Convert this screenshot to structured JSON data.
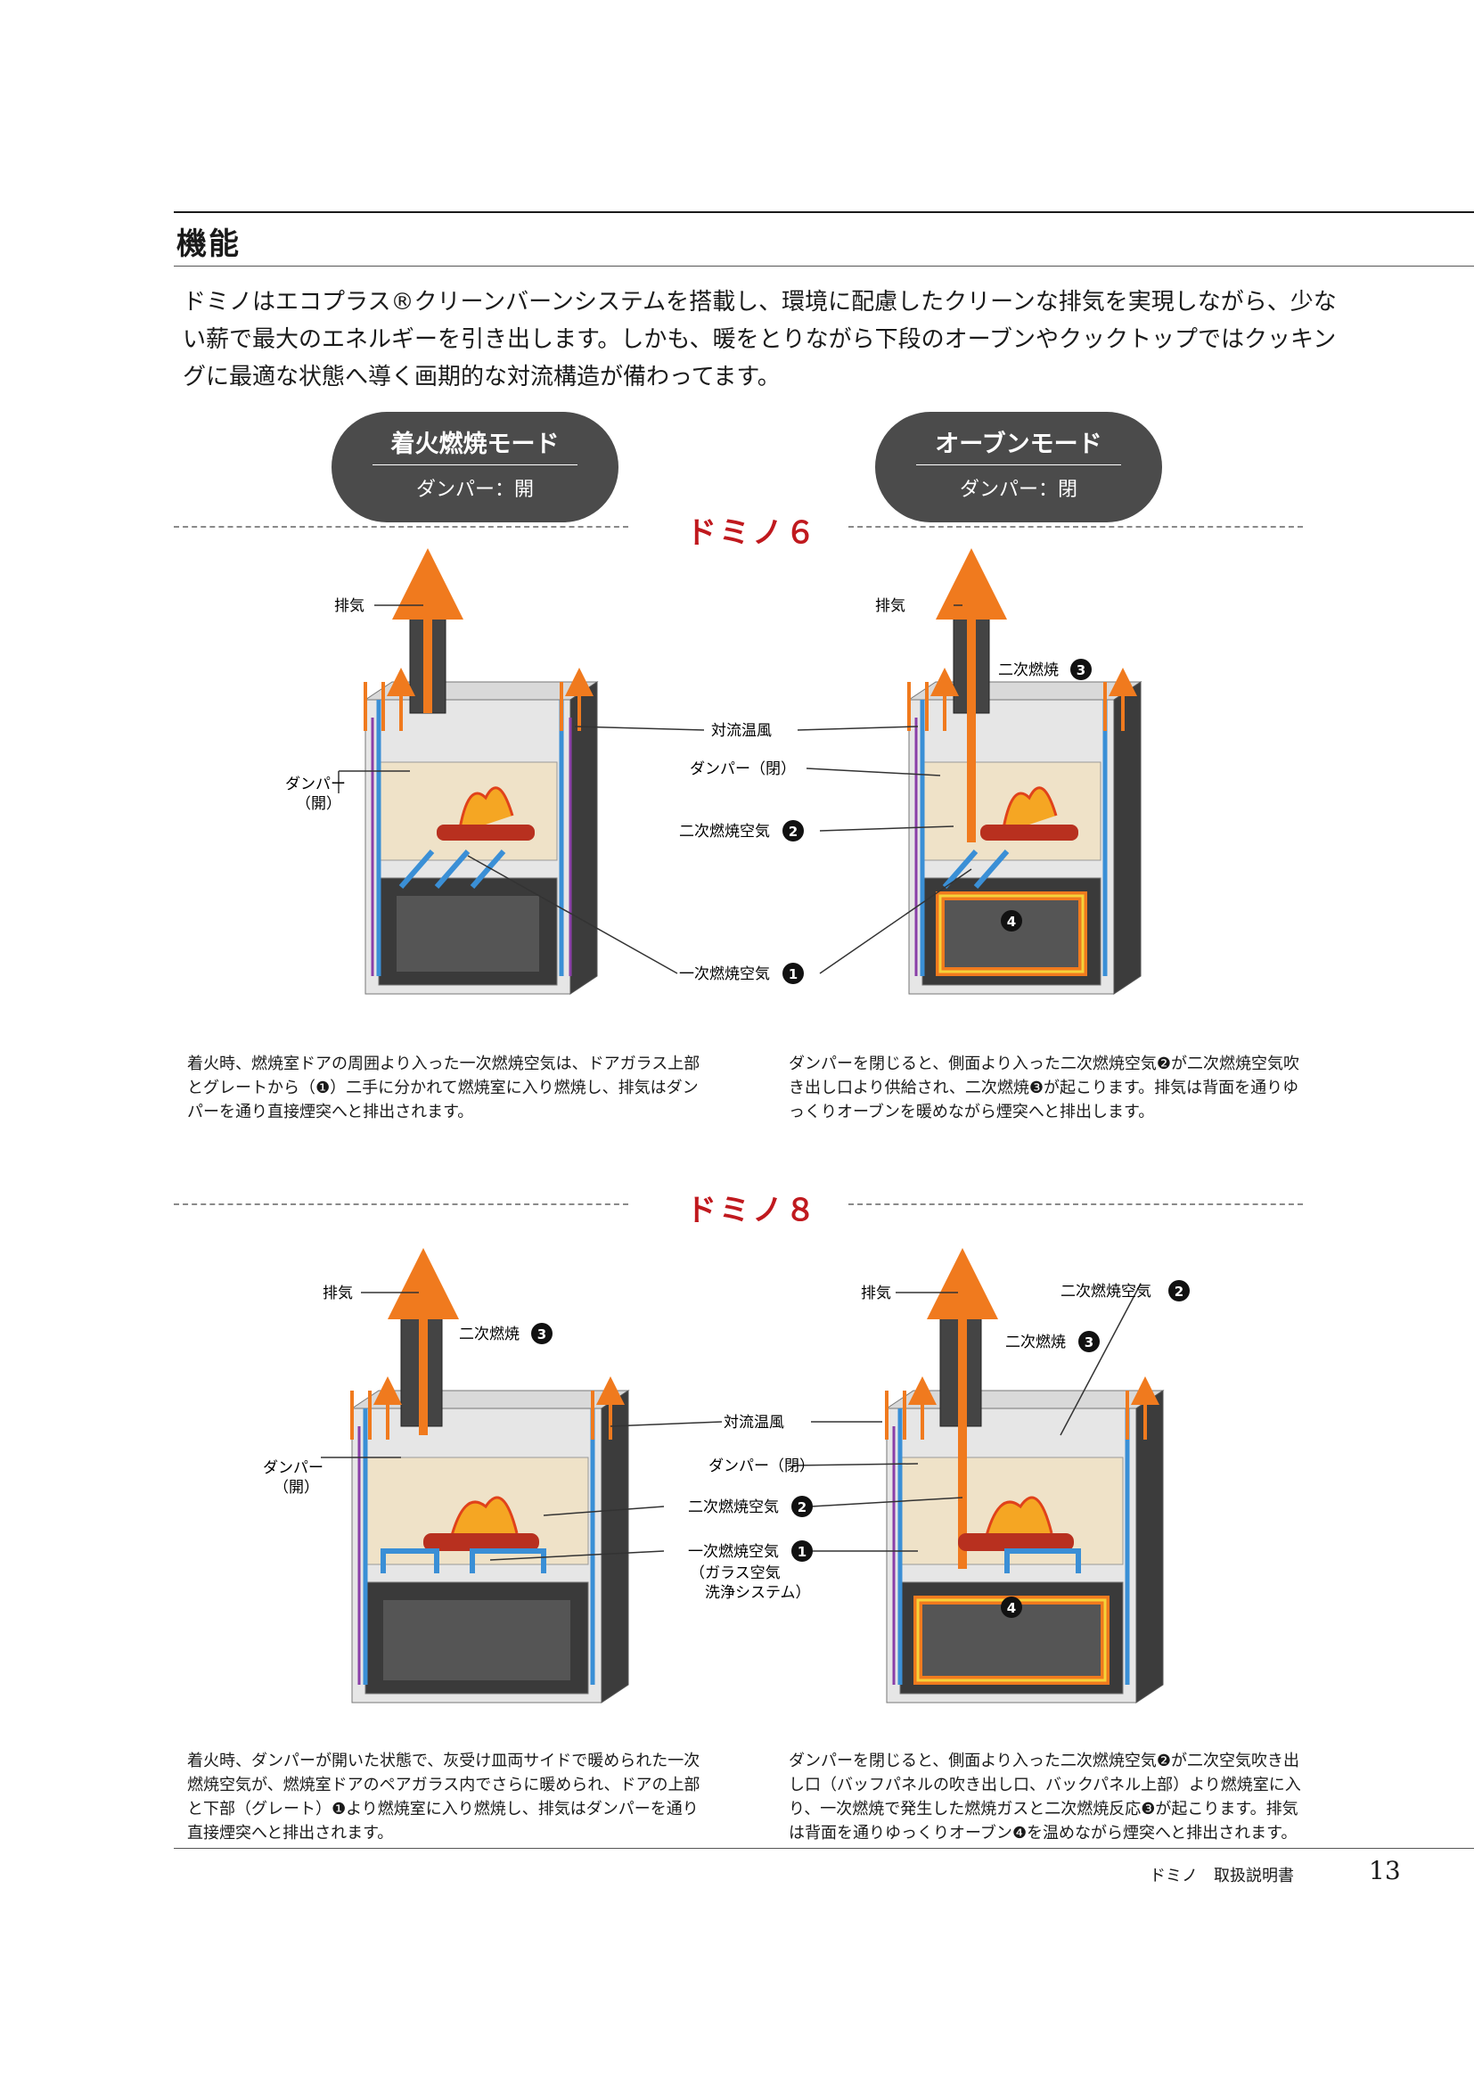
{
  "section_title": "機能",
  "intro": "ドミノはエコプラス®クリーンバーンシステムを搭載し、環境に配慮したクリーンな排気を実現しながら、少ない薪で最大のエネルギーを引き出します。しかも、暖をとりながら下段のオーブンやクックトップではクッキングに最適な状態へ導く画期的な対流構造が備わってます。",
  "modes": {
    "left": {
      "title": "着火燃焼モード",
      "sub": "ダンパー：開"
    },
    "right": {
      "title": "オーブンモード",
      "sub": "ダンパー：閉"
    }
  },
  "domino6": {
    "heading": "ドミノ６",
    "labels": {
      "exhaust_l": "排気",
      "exhaust_r": "排気",
      "damper_open": "ダンパー\n（開）",
      "convection": "対流温風",
      "damper_closed": "ダンパー（閉）",
      "secondary_burn": "二次燃焼",
      "secondary_air": "二次燃焼空気",
      "primary_air": "一次燃焼空気"
    },
    "desc_left": "着火時、燃焼室ドアの周囲より入った一次燃焼空気は、ドアガラス上部とグレートから（❶）二手に分かれて燃焼室に入り燃焼し、排気はダンパーを通り直接煙突へと排出されます。",
    "desc_right": "ダンパーを閉じると、側面より入った二次燃焼空気❷が二次燃焼空気吹き出し口より供給され、二次燃焼❸が起こります。排気は背面を通りゆっくりオーブンを暖めながら煙突へと排出します。"
  },
  "domino8": {
    "heading": "ドミノ８",
    "labels": {
      "exhaust_l": "排気",
      "exhaust_r": "排気",
      "damper_open": "ダンパー\n（開）",
      "secondary_burn_l": "二次燃焼",
      "secondary_air_top": "二次燃焼空気",
      "secondary_burn_r": "二次燃焼",
      "convection": "対流温風",
      "damper_closed": "ダンパー（閉）",
      "secondary_air": "二次燃焼空気",
      "primary_air": "一次燃焼空気",
      "primary_air_note": "（ガラス空気\n　洗浄システム）"
    },
    "desc_left": "着火時、ダンパーが開いた状態で、灰受け皿両サイドで暖められた一次燃焼空気が、燃焼室ドアのペアガラス内でさらに暖められ、ドアの上部と下部（グレート）❶より燃焼室に入り燃焼し、排気はダンパーを通り直接煙突へと排出されます。",
    "desc_right": "ダンパーを閉じると、側面より入った二次燃焼空気❷が二次空気吹き出し口（バッフパネルの吹き出し口、バックパネル上部）より燃焼室に入り、一次燃焼で発生した燃焼ガスと二次燃焼反応❸が起こります。排気は背面を通りゆっくりオーブン❹を温めながら煙突へと排出されます。"
  },
  "markers": {
    "m1": "1",
    "m2": "2",
    "m3": "3",
    "m4": "4"
  },
  "footer": {
    "title": "ドミノ　取扱説明書",
    "page": "13"
  },
  "colors": {
    "accent_red": "#c0191e",
    "pill_gray": "#4b4b4b",
    "flow_blue": "#3a8fd6",
    "flow_orange": "#f07a1e"
  }
}
